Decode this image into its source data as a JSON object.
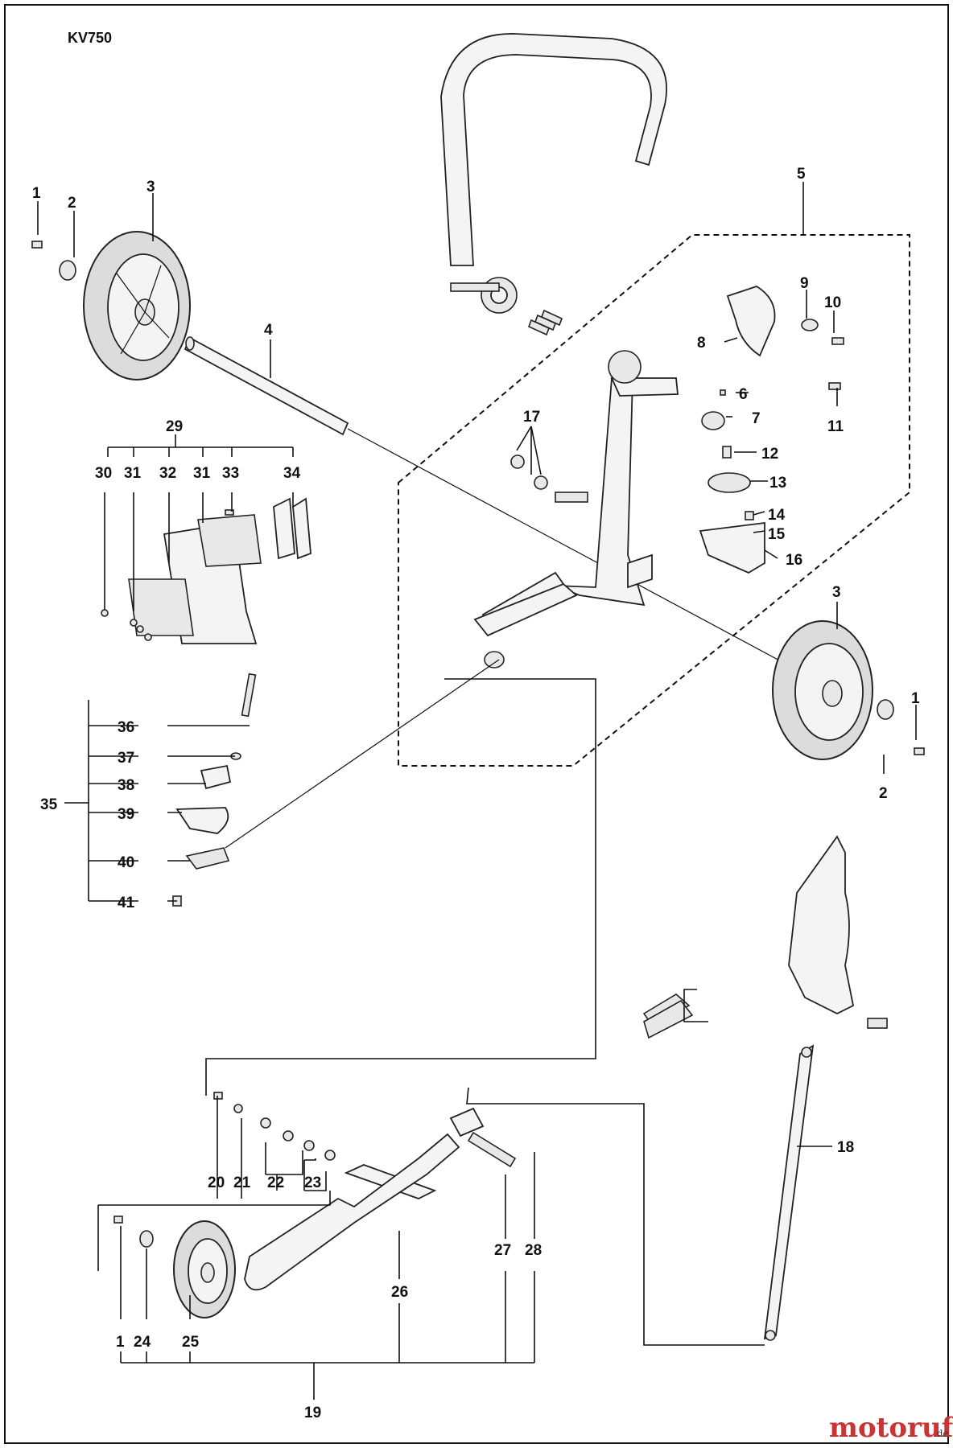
{
  "diagram": {
    "model": "KV750",
    "callouts": {
      "c1a": "1",
      "c2a": "2",
      "c3a": "3",
      "c4": "4",
      "c5": "5",
      "c6": "6",
      "c7": "7",
      "c8": "8",
      "c9": "9",
      "c10": "10",
      "c11": "11",
      "c12": "12",
      "c13": "13",
      "c14": "14",
      "c15": "15",
      "c16": "16",
      "c17": "17",
      "c18": "18",
      "c19": "19",
      "c20": "20",
      "c21": "21",
      "c22": "22",
      "c23": "23",
      "c24": "24",
      "c25": "25",
      "c26": "26",
      "c27": "27",
      "c28": "28",
      "c29": "29",
      "c30": "30",
      "c31a": "31",
      "c32": "32",
      "c31b": "31",
      "c33": "33",
      "c34": "34",
      "c35": "35",
      "c36": "36",
      "c37": "37",
      "c38": "38",
      "c39": "39",
      "c40": "40",
      "c41": "41",
      "c3b": "3",
      "c1b": "1",
      "c2b": "2",
      "c1c": "1"
    }
  },
  "watermark": {
    "brand": "motoruf",
    "suffix": ".de"
  }
}
